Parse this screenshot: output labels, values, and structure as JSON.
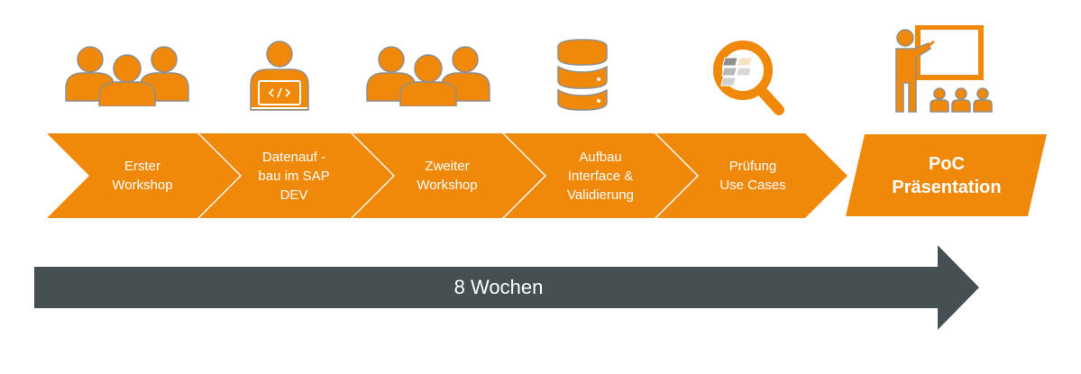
{
  "colors": {
    "accent": "#F0880A",
    "icon_stroke": "#8F8F8F",
    "arrow": "#465052",
    "text_on_accent": "#FFFFFF"
  },
  "steps": [
    {
      "icon": "group-icon",
      "lines": [
        "Erster",
        "Workshop"
      ]
    },
    {
      "icon": "developer-laptop-icon",
      "lines": [
        "Datenauf -",
        "bau im SAP",
        "DEV"
      ]
    },
    {
      "icon": "group-icon",
      "lines": [
        "Zweiter",
        "Workshop"
      ]
    },
    {
      "icon": "database-icon",
      "lines": [
        "Aufbau",
        "Interface &",
        "Validierung"
      ]
    },
    {
      "icon": "magnifier-icon",
      "lines": [
        "Prüfung",
        "Use Cases"
      ]
    }
  ],
  "final_step": {
    "icon": "presentation-icon",
    "lines": [
      "PoC",
      "Präsentation"
    ]
  },
  "timeline": {
    "label": "8 Wochen"
  }
}
